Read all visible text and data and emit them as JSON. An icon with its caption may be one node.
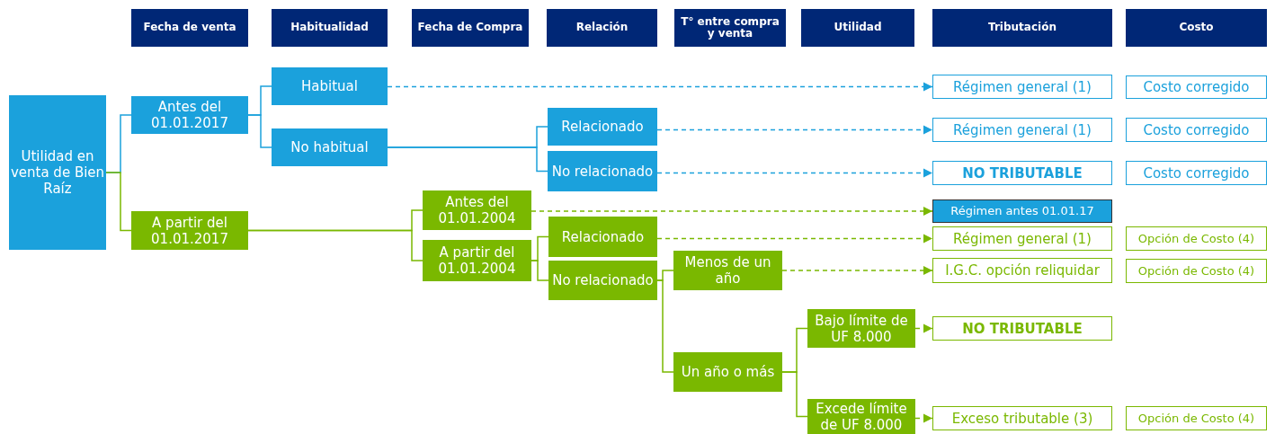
{
  "diagram": {
    "nodes": [
      {
        "text": [
          "Fecha de venta"
        ]
      },
      {
        "text": [
          "Habitualidad"
        ]
      },
      {
        "text": [
          "Fecha de Compra"
        ]
      },
      {
        "text": [
          "Relación"
        ]
      },
      {
        "text": [
          "T° entre compra y venta"
        ]
      },
      {
        "text": [
          "Utilidad"
        ]
      },
      {
        "text": [
          "Tributación"
        ]
      },
      {
        "text": [
          "Costo"
        ]
      },
      {
        "text": [
          "Utilidad en venta de Bien Raíz"
        ]
      },
      {
        "text": [
          "Antes del 01.01.2017"
        ]
      },
      {
        "text": [
          "A partir del 01.01.2017"
        ]
      },
      {
        "text": [
          "Habitual"
        ]
      },
      {
        "text": [
          "No habitual"
        ]
      },
      {
        "text": [
          "Relacionado"
        ]
      },
      {
        "text": [
          "No relacionado"
        ]
      },
      {
        "text": [
          "Antes del 01.01.2004"
        ]
      },
      {
        "text": [
          "A partir del 01.01.2004"
        ]
      },
      {
        "text": [
          "Relacionado"
        ]
      },
      {
        "text": [
          "No relacionado"
        ]
      },
      {
        "text": [
          "Menos de un año"
        ]
      },
      {
        "text": [
          "Un año o más"
        ]
      },
      {
        "text": [
          "Bajo límite de UF 8.000"
        ]
      },
      {
        "text": [
          "Excede límite de UF 8.000"
        ]
      },
      {
        "text": [
          "Régimen general (1)"
        ]
      },
      {
        "text": [
          "Costo corregido"
        ]
      },
      {
        "text": [
          "Régimen general (1)"
        ]
      },
      {
        "text": [
          "Costo corregido"
        ]
      },
      {
        "text": [
          "NO TRIBUTABLE"
        ]
      },
      {
        "text": [
          "Costo corregido"
        ]
      },
      {
        "text": [
          "Régimen antes 01.01.17"
        ]
      },
      {
        "text": [
          "Régimen general (1)"
        ]
      },
      {
        "text": [
          "Opción de Costo (4)"
        ]
      },
      {
        "text": [
          "I.G.C. opción reliquidar"
        ]
      },
      {
        "text": [
          "Opción de Costo (4)"
        ]
      },
      {
        "text": [
          "NO TRIBUTABLE"
        ]
      },
      {
        "text": [
          "Exceso tributable (3)"
        ]
      },
      {
        "text": [
          "Opción de Costo (4)"
        ]
      }
    ],
    "edges": [
      {
        "from": 8,
        "to": 9,
        "arrow": "none",
        "color": "#1ba1dc"
      },
      {
        "from": 8,
        "to": 10,
        "arrow": "none"
      },
      {
        "from": 9,
        "to": 11,
        "arrow": "none",
        "color": "#1ba1dc"
      },
      {
        "from": 9,
        "to": 12,
        "arrow": "none",
        "color": "#1ba1dc"
      },
      {
        "from": 12,
        "to": 13,
        "arrow": "none",
        "color": "#1ba1dc"
      },
      {
        "from": 12,
        "to": 14,
        "arrow": "none",
        "color": "#1ba1dc"
      },
      {
        "from": 10,
        "to": 15,
        "arrow": "none"
      },
      {
        "from": 10,
        "to": 16,
        "arrow": "none"
      },
      {
        "from": 16,
        "to": 17,
        "arrow": "none"
      },
      {
        "from": 16,
        "to": 18,
        "arrow": "none"
      },
      {
        "from": 18,
        "to": 19,
        "arrow": "none"
      },
      {
        "from": 18,
        "to": 20,
        "arrow": "none"
      },
      {
        "from": 20,
        "to": 21,
        "arrow": "none"
      },
      {
        "from": 20,
        "to": 22,
        "arrow": "none"
      },
      {
        "from": 11,
        "to": 23,
        "arrow": "to",
        "style": "dashed",
        "color": "#1ba1dc"
      },
      {
        "from": 13,
        "to": 25,
        "arrow": "to",
        "style": "dashed",
        "color": "#1ba1dc"
      },
      {
        "from": 14,
        "to": 27,
        "arrow": "to",
        "style": "dashed",
        "color": "#1ba1dc"
      },
      {
        "from": 15,
        "to": 29,
        "arrow": "to",
        "style": "dashed"
      },
      {
        "from": 17,
        "to": 30,
        "arrow": "to",
        "style": "dashed"
      },
      {
        "from": 19,
        "to": 32,
        "arrow": "to",
        "style": "dashed"
      },
      {
        "from": 21,
        "to": 34,
        "arrow": "to",
        "style": "dashed"
      },
      {
        "from": 22,
        "to": 35,
        "arrow": "to",
        "style": "dashed"
      }
    ]
  }
}
